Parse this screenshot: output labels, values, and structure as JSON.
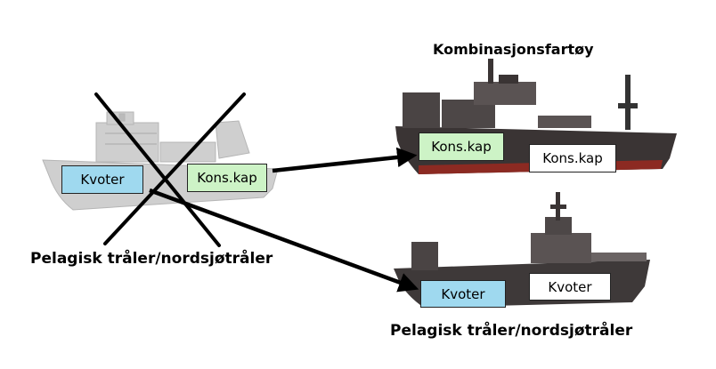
{
  "colors": {
    "quota_box": "#9fd9ef",
    "capacity_box": "#cdf3c6",
    "plain_box": "#ffffff",
    "old_ship": "#cfcfcf",
    "new_ship_hull": "#3a3434",
    "arrow": "#000000"
  },
  "source_vessel": {
    "label": "Pelagisk tråler/nordsjøtråler",
    "quota_box": "Kvoter",
    "capacity_box": "Kons.kap",
    "crossed_out": true
  },
  "combination_vessel": {
    "title": "Kombinasjonsfartøy",
    "transferred_box": "Kons.kap",
    "own_box": "Kons.kap"
  },
  "target_trawler": {
    "label": "Pelagisk tråler/nordsjøtråler",
    "transferred_box": "Kvoter",
    "own_box": "Kvoter"
  },
  "icons": {
    "cross": "x-mark-icon",
    "arrow": "arrow-right-icon"
  }
}
